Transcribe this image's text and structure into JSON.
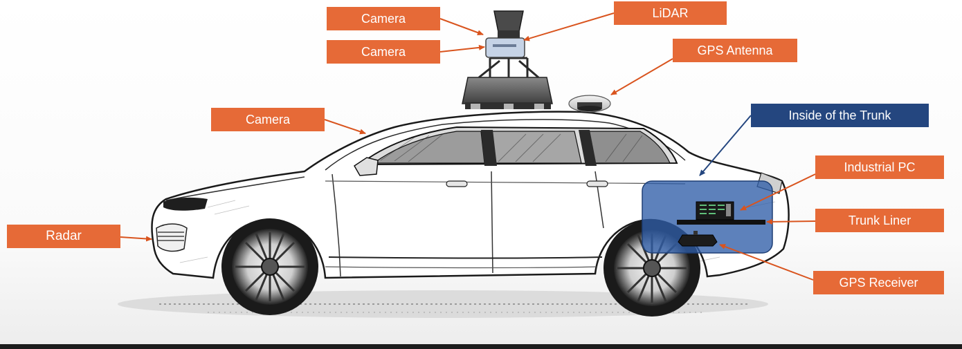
{
  "labels": {
    "camera_top": "Camera",
    "camera_mid": "Camera",
    "camera_windshield": "Camera",
    "lidar": "LiDAR",
    "gps_antenna": "GPS Antenna",
    "inside_trunk": "Inside of the Trunk",
    "industrial_pc": "Industrial PC",
    "trunk_liner": "Trunk Liner",
    "gps_receiver": "GPS Receiver",
    "radar": "Radar"
  },
  "colors": {
    "label_orange": "#e66a37",
    "label_blue": "#24467f",
    "trunk_overlay": "#2f5da8",
    "arrow_orange": "#d9541e",
    "arrow_blue": "#24467f"
  }
}
